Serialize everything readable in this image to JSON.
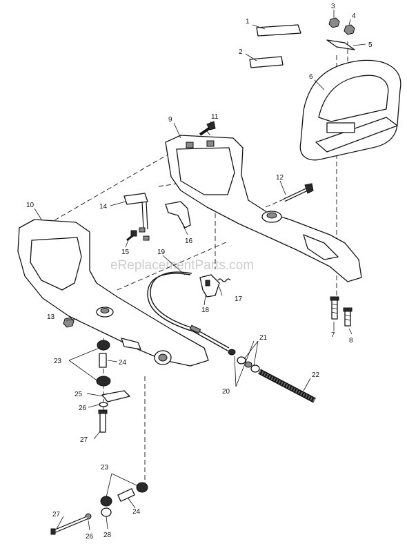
{
  "watermark": "eReplacementParts.com",
  "callouts": {
    "c1": "1",
    "c2": "2",
    "c3": "3",
    "c4": "4",
    "c5": "5",
    "c6": "6",
    "c7": "7",
    "c8": "8",
    "c9": "9",
    "c10": "10",
    "c11": "11",
    "c12": "12",
    "c13": "13",
    "c14": "14",
    "c15": "15",
    "c16": "16",
    "c17": "17",
    "c18": "18",
    "c19": "19",
    "c20": "20",
    "c21": "21",
    "c22": "22",
    "c23a": "23",
    "c24a": "24",
    "c25": "25",
    "c26a": "26",
    "c27a": "27",
    "c23b": "23",
    "c24b": "24",
    "c26b": "26",
    "c27b": "27",
    "c28": "28"
  }
}
